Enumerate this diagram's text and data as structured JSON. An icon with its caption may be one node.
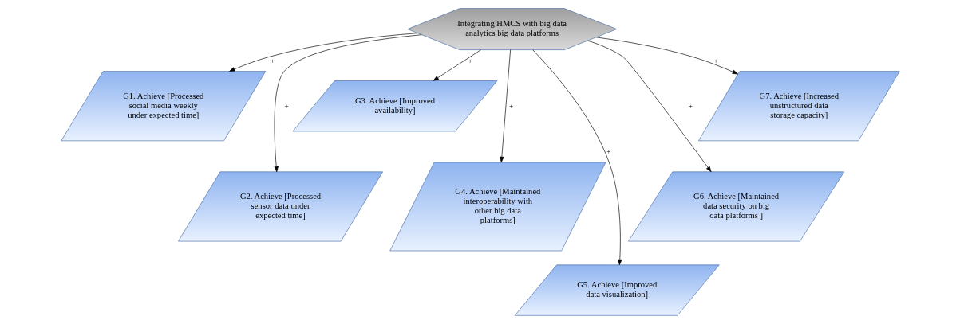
{
  "diagram": {
    "nodes": [
      {
        "text": [
          "Integrating HMCS with big data analytics big data platforms"
        ]
      },
      {
        "text": [
          "G1. Achieve [Processed social media weekly under expected time]"
        ]
      },
      {
        "text": [
          "G2. Achieve [Processed sensor data under expected time]"
        ]
      },
      {
        "text": [
          "G3. Achieve [Improved availability]"
        ]
      },
      {
        "text": [
          "G4. Achieve [Maintained interoperability with other big data platforms]"
        ]
      },
      {
        "text": [
          "G5. Achieve [Improved data visualization]"
        ]
      },
      {
        "text": [
          "G6. Achieve [Maintained data security on big data platforms ]"
        ]
      },
      {
        "text": [
          "G7. Achieve [Increased unstructured data storage capacity]"
        ]
      }
    ],
    "edges": [
      {
        "from": 0,
        "to": 1,
        "arrow": "to",
        "label": "+"
      },
      {
        "from": 0,
        "to": 2,
        "arrow": "to",
        "label": "+"
      },
      {
        "from": 0,
        "to": 3,
        "arrow": "to",
        "label": "+"
      },
      {
        "from": 0,
        "to": 4,
        "arrow": "to",
        "label": "+"
      },
      {
        "from": 0,
        "to": 5,
        "arrow": "to",
        "label": "+"
      },
      {
        "from": 0,
        "to": 6,
        "arrow": "to",
        "label": "+"
      },
      {
        "from": 0,
        "to": 7,
        "arrow": "to",
        "label": "+"
      }
    ]
  }
}
